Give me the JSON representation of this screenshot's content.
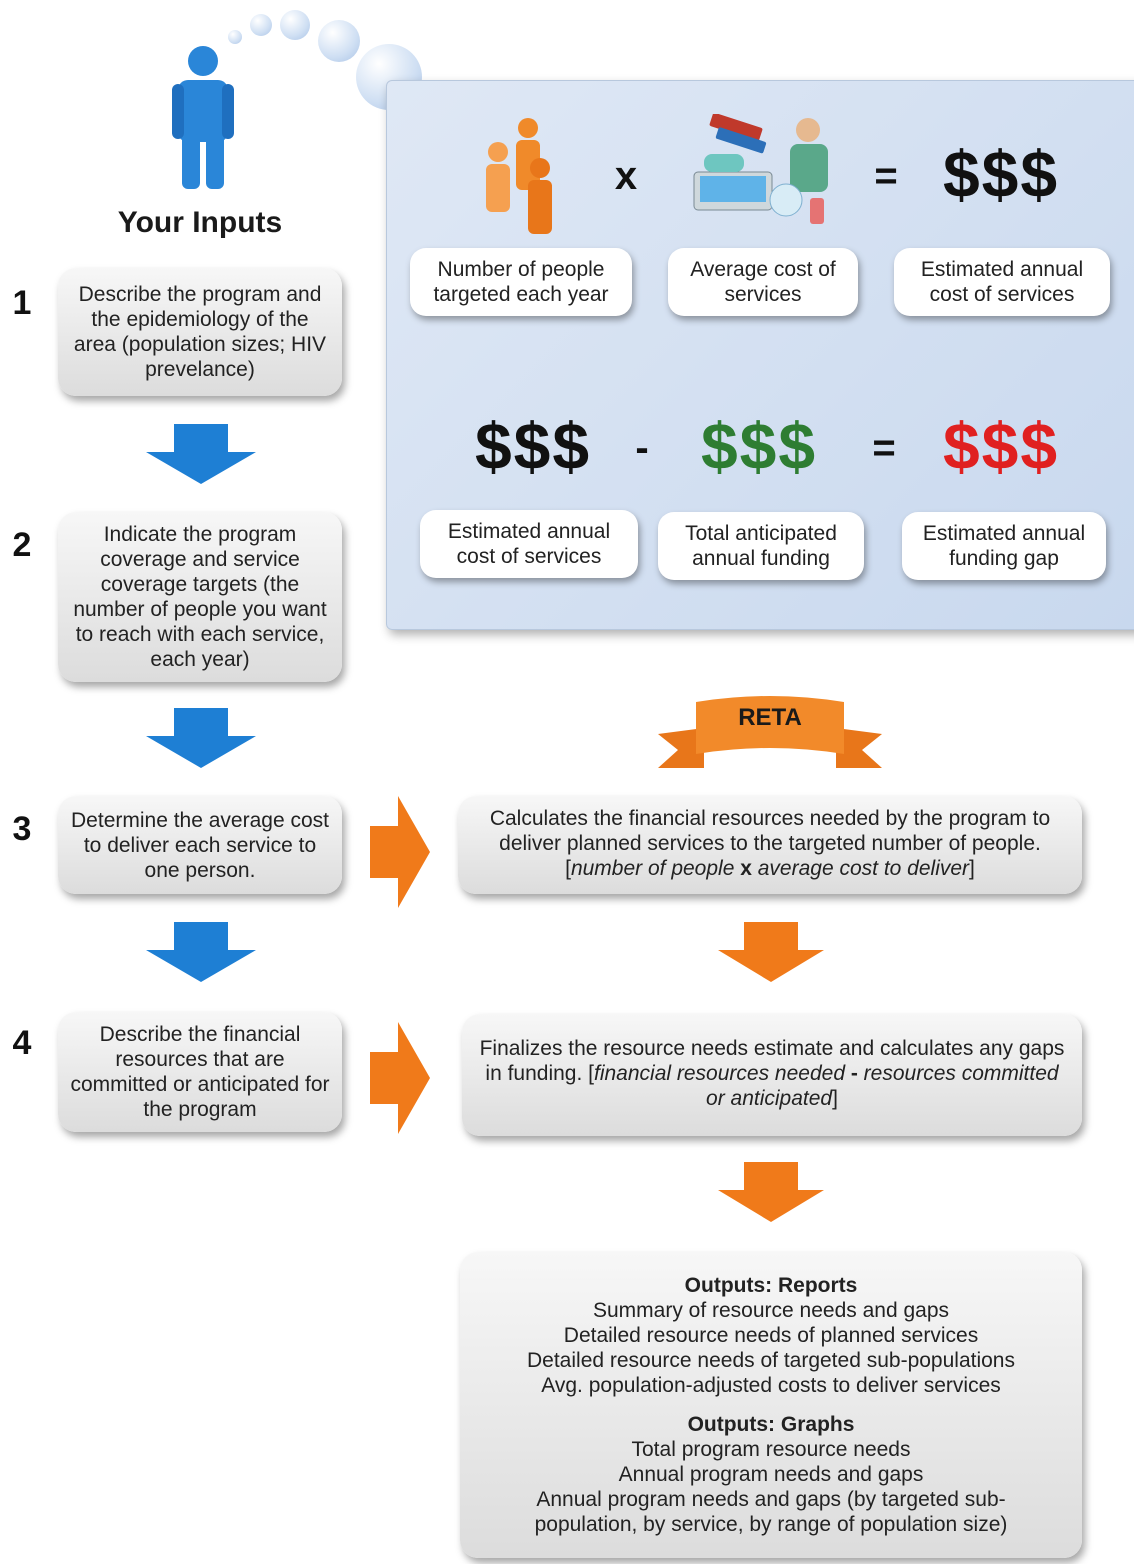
{
  "header": {
    "title": "Your Inputs"
  },
  "steps": [
    {
      "number": "1",
      "text": "Describe the program and the epidemiology of the area (population sizes; HIV prevelance)"
    },
    {
      "number": "2",
      "text": "Indicate the program coverage and service coverage targets (the number of people you want to reach with each service, each year)"
    },
    {
      "number": "3",
      "text": "Determine the average cost to deliver each service to one person."
    },
    {
      "number": "4",
      "text": "Describe the financial resources that are committed or anticipated for the program"
    }
  ],
  "formula1": {
    "operator1": "x",
    "operator2": "=",
    "result": "$$$",
    "labels": [
      "Number of people targeted each year",
      "Average cost of services",
      "Estimated annual cost of services"
    ]
  },
  "formula2": {
    "term1": "$$$",
    "operator1": "-",
    "term2": "$$$",
    "operator2": "=",
    "result": "$$$",
    "labels": [
      "Estimated annual cost of services",
      "Total anticipated annual funding",
      "Estimated annual funding gap"
    ],
    "colors": {
      "term1": "#111111",
      "term2": "#2e7d32",
      "result": "#e02020"
    }
  },
  "reta": {
    "banner": "RETA",
    "calc": {
      "text": "Calculates the financial resources needed by the program to deliver planned services to the targeted number of people.",
      "formula_open": "[",
      "formula_a": "number of people",
      "formula_op": " x ",
      "formula_b": "average cost to deliver",
      "formula_close": "]"
    },
    "finalize": {
      "text": "Finalizes the resource needs estimate and calculates any gaps in funding.",
      "formula_open": " [",
      "formula_a": "financial resources needed",
      "formula_op": " - ",
      "formula_b": "resources committed or anticipated",
      "formula_close": "]"
    }
  },
  "outputs": {
    "reports_title": "Outputs: Reports",
    "reports": [
      "Summary of resource needs and gaps",
      "Detailed resource needs of planned services",
      "Detailed resource needs of targeted sub-populations",
      "Avg. population-adjusted costs to deliver services"
    ],
    "graphs_title": "Outputs: Graphs",
    "graphs": [
      "Total program resource needs",
      "Annual program needs and gaps",
      "Annual program needs and gaps (by targeted sub-population, by service, by range of population size)"
    ]
  },
  "colors": {
    "blue_arrow": "#1e7fd4",
    "orange_arrow": "#f07a1a",
    "person_blue": "#2a86d8",
    "people_orange": "#f08a2a"
  }
}
